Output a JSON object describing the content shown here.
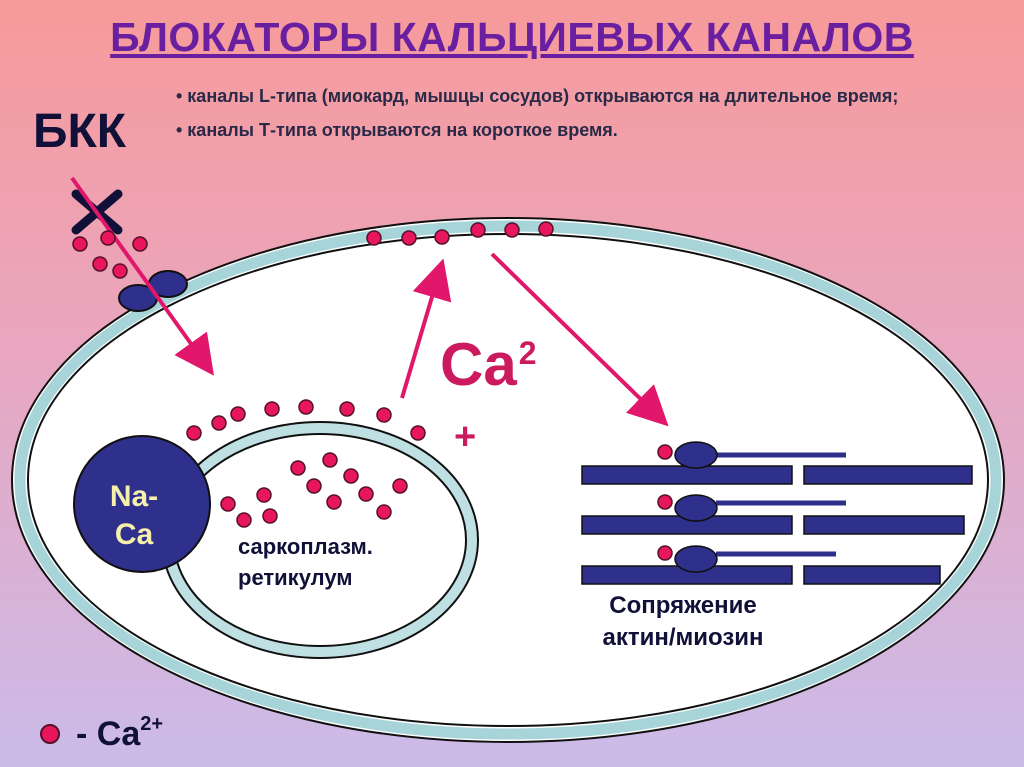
{
  "title": "БЛОКАТОРЫ КАЛЬЦИЕВЫХ КАНАЛОВ",
  "blocker_label": "БКК",
  "notes": [
    "• каналы L-типа (миокард, мышцы сосудов) открываются на длительное время;",
    "• каналы Т-типа открываются на короткое время."
  ],
  "ion_label": {
    "base": "Ca",
    "sup": "2",
    "plus": "+"
  },
  "exchanger_label": {
    "line1": "Na-",
    "line2": "Ca"
  },
  "sr_label": {
    "line1": "саркоплазм.",
    "line2": "ретикулум"
  },
  "actomyosin_label": {
    "line1": "Сопряжение",
    "line2": "актин/миозин"
  },
  "legend": {
    "text": "- Ca",
    "sup": "2+"
  },
  "colors": {
    "title": "#6a1fa0",
    "arrow": "#e0176a",
    "ion": "#e8175d",
    "cell_membrane": "#a7d4d8",
    "organelle_fill": "#2f2f8c",
    "filament": "#2f2f8c",
    "label_dark": "#101038",
    "exchanger_text": "#f6f0ad"
  }
}
